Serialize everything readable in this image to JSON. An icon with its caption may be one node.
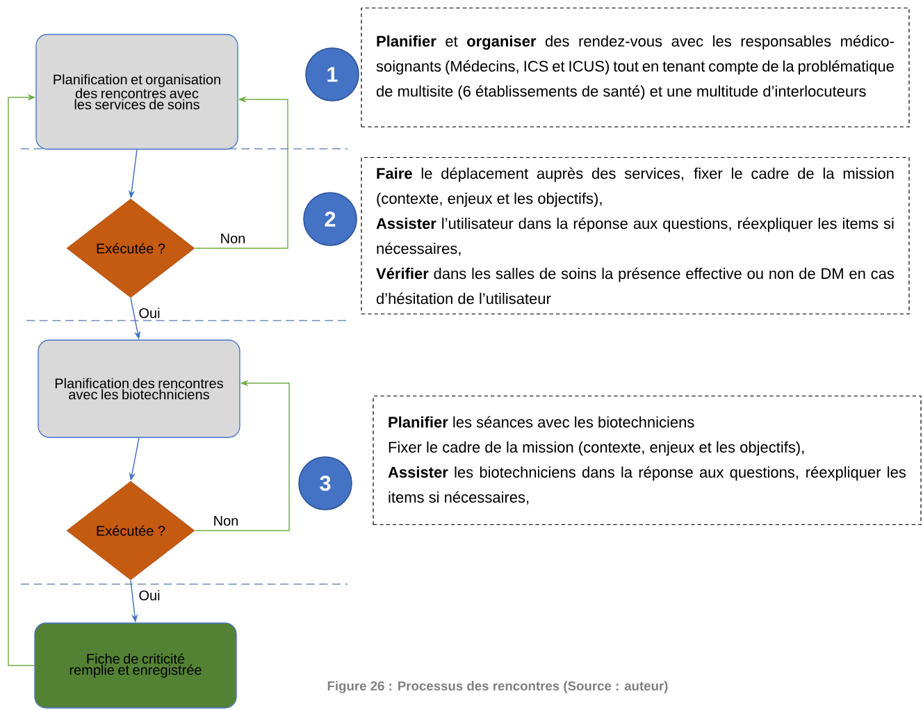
{
  "diagram": {
    "caption": "Figure 26 : Processus des rencontres  (Source : auteur)",
    "nodes": [
      {
        "text": [
          "Planification et organisation des rencontres avec les services de soins"
        ]
      },
      {
        "text": [
          "Exécutée ?"
        ]
      },
      {
        "text": [
          "Planification des rencontres avec les biotechniciens"
        ]
      },
      {
        "text": [
          "Exécutée ?"
        ]
      },
      {
        "text": [
          "Fiche de criticité remplie et enregistrée"
        ]
      },
      {
        "text": [
          "1"
        ]
      },
      {
        "text": [
          "**Planifier** et **organiser** des rendez-vous avec les responsables médico-soignants (Médecins, ICS et ICUS) tout en tenant compte de la problématique de multisite (6 établissements de santé) et une multitude d’interlocuteurs"
        ]
      },
      {
        "text": [
          "2"
        ]
      },
      {
        "text": [
          "**Faire** le déplacement auprès des services, fixer le cadre de la mission (contexte, enjeux et les objectifs),",
          "**Assister** l’utilisateur dans la réponse aux questions, réexpliquer les items si nécessaires,",
          "**Vérifier** dans les salles de soins la présence effective ou non de DM en cas d’hésitation de l’utilisateur"
        ]
      },
      {
        "text": [
          "3"
        ]
      },
      {
        "text": [
          "**Planifier** les séances avec les biotechniciens",
          "Fixer le cadre de la mission (contexte, enjeux et les objectifs),",
          "**Assister** les biotechniciens dans la réponse aux questions, réexpliquer les items si nécessaires,"
        ]
      }
    ],
    "edges": [
      {
        "from": 0,
        "to": 1,
        "arrow": "to"
      },
      {
        "from": 1,
        "to": 0,
        "arrow": "to",
        "label": "Non",
        "color": "#70ad47"
      },
      {
        "from": 1,
        "to": 2,
        "arrow": "to",
        "label": "Oui"
      },
      {
        "from": 2,
        "to": 3,
        "arrow": "to"
      },
      {
        "from": 3,
        "to": 2,
        "arrow": "to",
        "label": "Non",
        "color": "#70ad47"
      },
      {
        "from": 3,
        "to": 4,
        "arrow": "to",
        "label": "Oui"
      },
      {
        "from": 4,
        "to": 0,
        "arrow": "to",
        "color": "#70ad47"
      }
    ]
  }
}
